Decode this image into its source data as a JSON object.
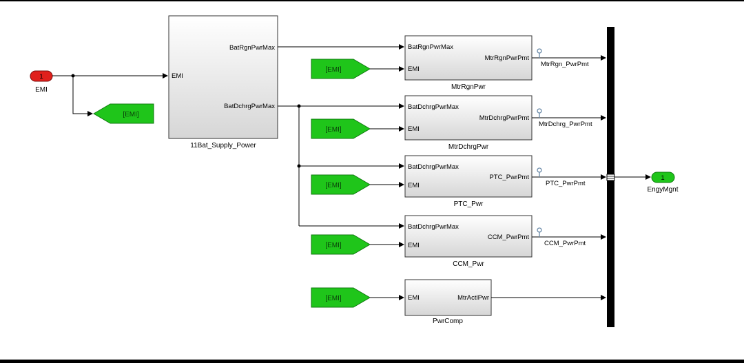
{
  "inport": {
    "number": "1",
    "name": "EMI"
  },
  "outport": {
    "number": "1",
    "name": "EngyMgnt"
  },
  "goto_tag": "[EMI]",
  "from_tag": "[EMI]",
  "supply_block": {
    "name": "11Bat_Supply_Power",
    "in_port": "EMI",
    "out_ports": [
      "BatRgnPwrMax",
      "BatDchrgPwrMax"
    ]
  },
  "subsystems": [
    {
      "name": "MtrRgnPwr",
      "in_ports": [
        "BatRgnPwrMax",
        "EMI"
      ],
      "out_port": "MtrRgnPwrPmt",
      "signal": "MtrRgn_PwrPmt"
    },
    {
      "name": "MtrDchrgPwr",
      "in_ports": [
        "BatDchrgPwrMax",
        "EMI"
      ],
      "out_port": "MtrDchrgPwrPmt",
      "signal": "MtrDchrg_PwrPmt"
    },
    {
      "name": "PTC_Pwr",
      "in_ports": [
        "BatDchrgPwrMax",
        "EMI"
      ],
      "out_port": "PTC_PwrPmt",
      "signal": "PTC_PwrPmt"
    },
    {
      "name": "CCM_Pwr",
      "in_ports": [
        "BatDchrgPwrMax",
        "EMI"
      ],
      "out_port": "CCM_PwrPmt",
      "signal": "CCM_PwrPmt"
    },
    {
      "name": "PwrComp",
      "in_ports": [
        "EMI"
      ],
      "out_port": "MtrActlPwr",
      "signal": ""
    }
  ],
  "colors": {
    "inport": "#e0201c",
    "outport": "#1fc51a",
    "goto_from": "#1fc51a",
    "bus": "#000000"
  }
}
